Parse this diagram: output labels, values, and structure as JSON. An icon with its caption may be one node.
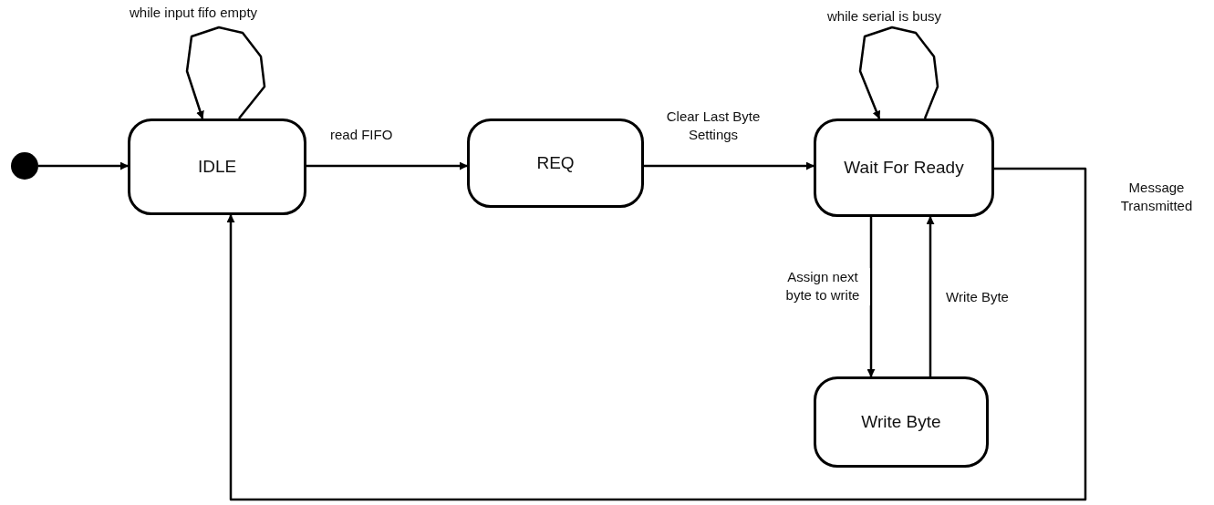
{
  "diagram": {
    "nodes": [
      {
        "text": [],
        "shape": "circle"
      },
      {
        "text": [
          "IDLE"
        ]
      },
      {
        "text": [
          "REQ"
        ]
      },
      {
        "text": [
          "Wait For Ready"
        ]
      },
      {
        "text": [
          "Write Byte"
        ]
      }
    ],
    "edges": [
      {
        "from": 0,
        "to": 1,
        "arrow": "to"
      },
      {
        "from": 1,
        "to": 1,
        "arrow": "to",
        "label": "while input fifo empty"
      },
      {
        "from": 1,
        "to": 2,
        "arrow": "to",
        "label": "read FIFO"
      },
      {
        "from": 2,
        "to": 3,
        "arrow": "to",
        "label": "Clear Last Byte Settings"
      },
      {
        "from": 3,
        "to": 3,
        "arrow": "to",
        "label": "while serial is busy"
      },
      {
        "from": 3,
        "to": 4,
        "arrow": "to",
        "label": "Assign next byte to write"
      },
      {
        "from": 4,
        "to": 3,
        "arrow": "to",
        "label": "Write Byte"
      },
      {
        "from": 3,
        "to": 1,
        "arrow": "to",
        "label": "Message Transmitted"
      }
    ]
  }
}
